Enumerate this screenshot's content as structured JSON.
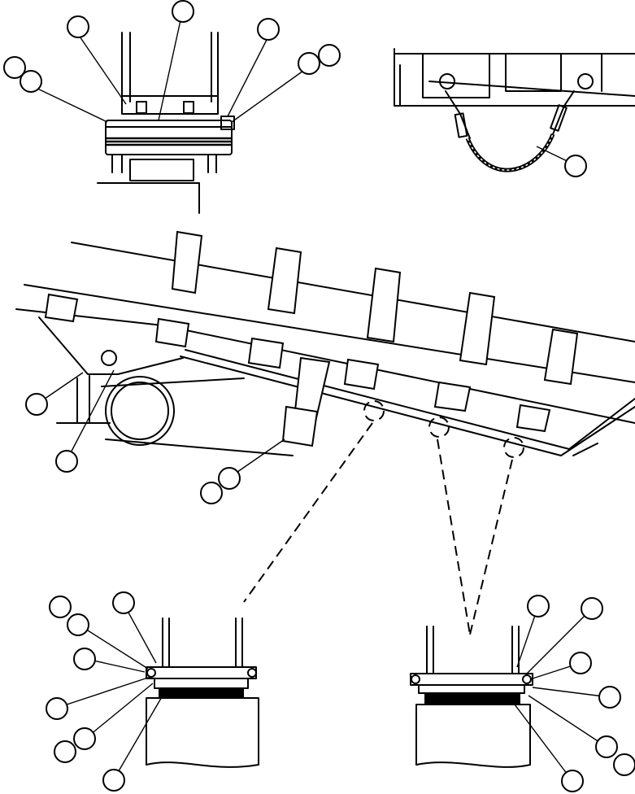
{
  "diagram": {
    "views": [
      {
        "id": "top-left-detail",
        "type": "vertical-mount-detail"
      },
      {
        "id": "top-right-detail",
        "type": "ground-strap-cable-detail"
      },
      {
        "id": "main-view",
        "type": "vibrating-pan-assembly"
      },
      {
        "id": "bottom-left-detail",
        "type": "spring-mount-detail"
      },
      {
        "id": "bottom-right-detail",
        "type": "spring-mount-detail"
      }
    ],
    "callout_label_text": ""
  }
}
